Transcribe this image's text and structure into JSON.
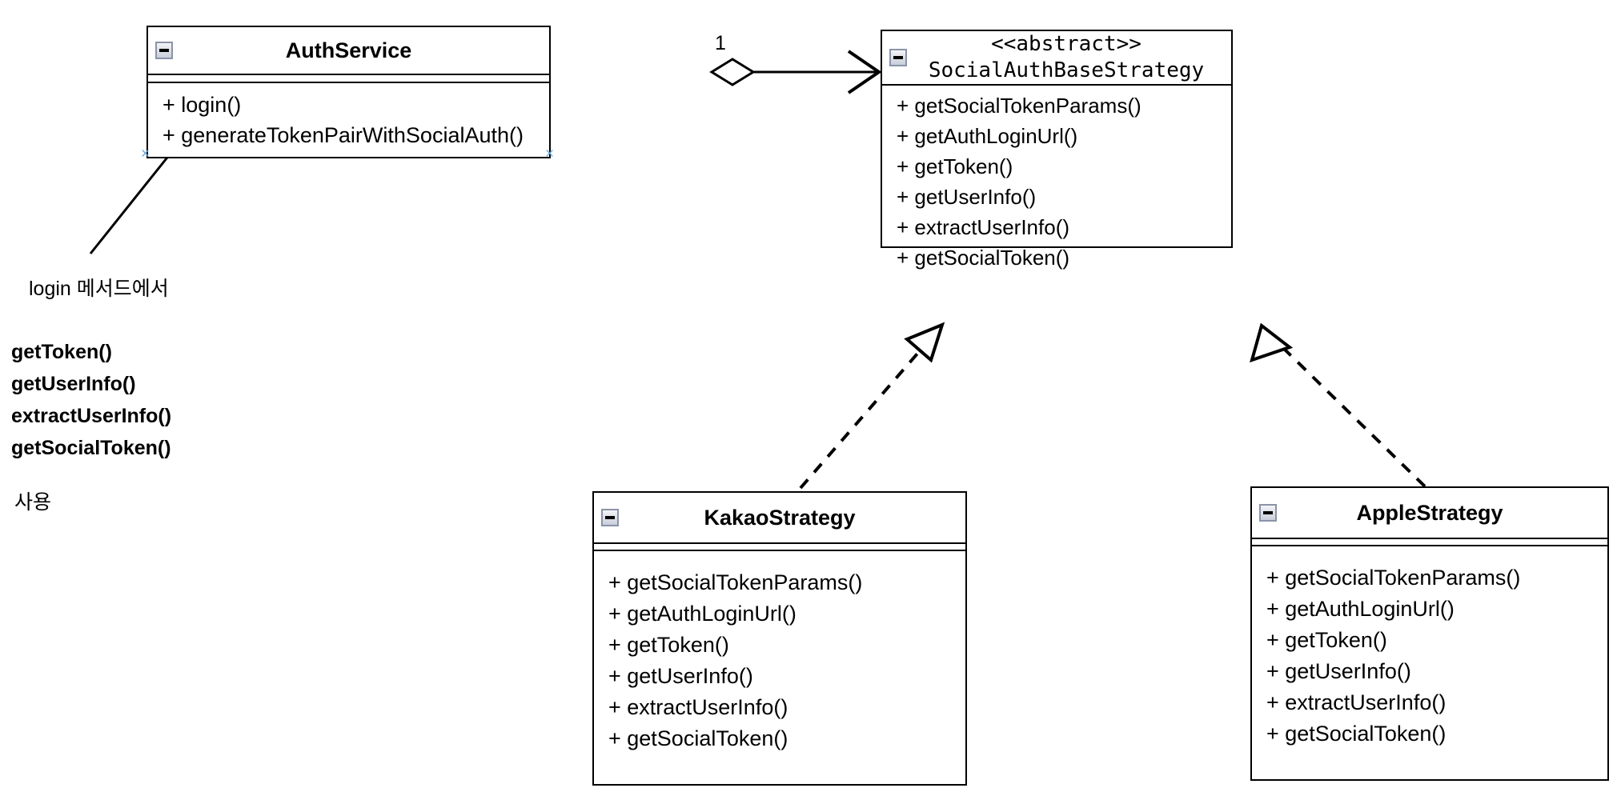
{
  "diagram": {
    "type": "uml-class-diagram",
    "background": "#ffffff",
    "line_color": "#000000",
    "handle_color": "#6aa8dc"
  },
  "classes": {
    "auth_service": {
      "name": "AuthService",
      "collapse_icon": "minus-icon",
      "attributes": [],
      "methods": [
        "+ login()",
        "+ generateTokenPairWithSocialAuth()"
      ]
    },
    "social_auth_base_strategy": {
      "stereotype": "<<abstract>>",
      "name": "SocialAuthBaseStrategy",
      "collapse_icon": "minus-icon",
      "attributes": [],
      "methods": [
        "+ getSocialTokenParams()",
        "+ getAuthLoginUrl()",
        "+ getToken()",
        "+ getUserInfo()",
        "+ extractUserInfo()",
        "+ getSocialToken()"
      ]
    },
    "kakao_strategy": {
      "name": "KakaoStrategy",
      "collapse_icon": "minus-icon",
      "attributes": [],
      "methods": [
        "+ getSocialTokenParams()",
        "+ getAuthLoginUrl()",
        "+ getToken()",
        "+ getUserInfo()",
        "+ extractUserInfo()",
        "+ getSocialToken()"
      ]
    },
    "apple_strategy": {
      "name": "AppleStrategy",
      "collapse_icon": "minus-icon",
      "attributes": [],
      "methods": [
        "+ getSocialTokenParams()",
        "+ getAuthLoginUrl()",
        "+ getToken()",
        "+ getUserInfo()",
        "+ extractUserInfo()",
        "+ getSocialToken()"
      ]
    }
  },
  "relationships": {
    "aggregation": {
      "from": "AuthService",
      "to": "SocialAuthBaseStrategy",
      "multiplicity": "1",
      "style": "solid",
      "source_decoration": "hollow-diamond",
      "target_decoration": "open-arrow"
    },
    "realization_kakao": {
      "from": "KakaoStrategy",
      "to": "SocialAuthBaseStrategy",
      "style": "dashed",
      "target_decoration": "hollow-triangle"
    },
    "realization_apple": {
      "from": "AppleStrategy",
      "to": "SocialAuthBaseStrategy",
      "style": "dashed",
      "target_decoration": "hollow-triangle"
    }
  },
  "annotations": {
    "callout_label": "login 메서드에서",
    "used_methods": [
      "getToken()",
      "getUserInfo()",
      "extractUserInfo()",
      "getSocialToken()"
    ],
    "usage_label": "사용",
    "callout_arrow": "solid-arrow-to-auth-service"
  },
  "handles": {
    "mark": "×"
  }
}
